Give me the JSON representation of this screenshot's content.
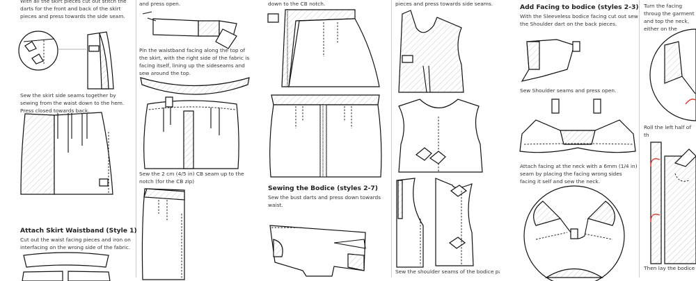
{
  "col1": {
    "text1": "With all the skirt pieces cut out stitch the darts for the front and back of the skirt pieces and press towards the side seam.",
    "text2": "Sew the skirt side seams together by sewing from the waist down to the hem. Press closed towards back.",
    "heading": "Attach Skirt Waistband (Style 1)",
    "text3": "Cut out the waist facing pieces and iron on interfacing on the wrong side of the fabric."
  },
  "col2": {
    "text1": "and press open.",
    "text2": "Pin the waistband facing along the top of the skirt, with the right side of the fabric is facing itself, lining up the sideseams and sew around the top.",
    "text3": "Sew the  2 cm (4/5 in) CB seam up to the notch (for the CB zip)"
  },
  "col3": {
    "text1": "down to the CB notch.",
    "heading": "Sewing the Bodice (styles 2-7)",
    "text2": "Sew the bust darts and press down towards waist."
  },
  "col4": {
    "text1": "pieces and press towards side seams.",
    "text2": "Sew the shoulder seams of the bodice patte"
  },
  "col5": {
    "heading": "Add Facing to bodice (styles 2-3)",
    "text1": "With the Sleeveless bodice facing cut out sew the Shoulder dart on the back pieces.",
    "text2": "Sew Shoulder seams and press open.",
    "text3": "Attach facing at the neck with a 6mm (1/4 in) seam by placing the facing wrong sides facing it self and sew the neck."
  },
  "col6": {
    "text1": "Turn the facing throug the garment and top the neck, either on the",
    "text2": "Roll the left half of th",
    "text3": "Then lay the bodice"
  }
}
